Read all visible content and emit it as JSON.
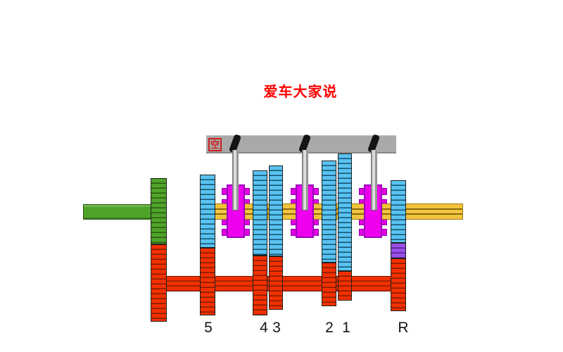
{
  "title": "爱车大家说",
  "rail": {
    "neutral_label": "空"
  },
  "gear_labels": {
    "g5": "5",
    "g4": "4",
    "g3": "3",
    "g2": "2",
    "g1": "1",
    "gR": "R"
  },
  "colors": {
    "title_red": "#FF0000",
    "rail_gray": "#A9A9A9",
    "blue_gear": "#58C2F0",
    "red_gear": "#F23000",
    "green_gear": "#4FA32B",
    "yellow_shaft": "#F2C43D",
    "magenta_hub": "#EE00EE",
    "purple_gear": "#9B50E8",
    "fork_rod_gray": "#DCDCDC",
    "fork_knob_black": "#141414"
  }
}
